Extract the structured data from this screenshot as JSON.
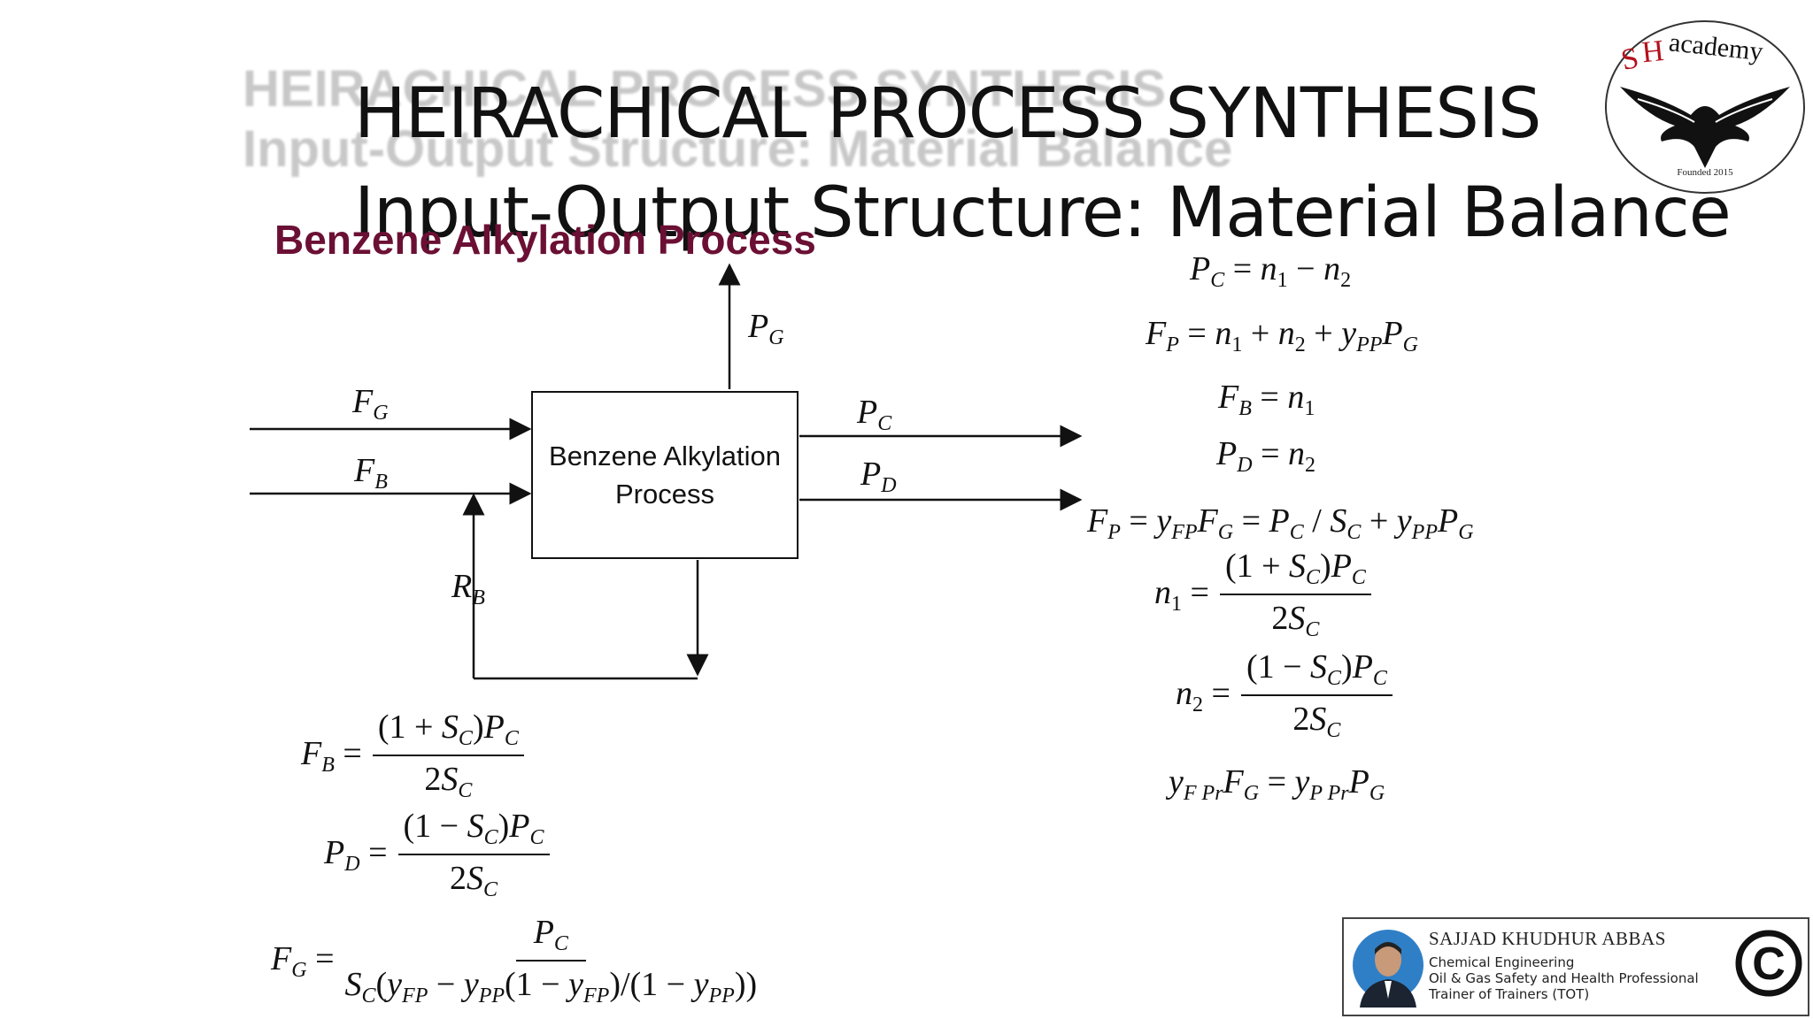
{
  "slide": {
    "ghost_line1": "HEIRACHICAL PROCESS SYNTHESIS",
    "ghost_line2": "Input-Output Structure: Material Balance",
    "title_line1": "HEIRACHICAL PROCESS SYNTHESIS",
    "title_line2": "Input-Output Structure: Material Balance",
    "subheading": "Benzene Alkylation Process"
  },
  "diagram": {
    "process_box_line1": "Benzene Alkylation",
    "process_box_line2": "Process",
    "streams": {
      "fg": "F",
      "fg_sub": "G",
      "fb": "F",
      "fb_sub": "B",
      "rb": "R",
      "rb_sub": "B",
      "pg": "P",
      "pg_sub": "G",
      "pc": "P",
      "pc_sub": "C",
      "pd": "P",
      "pd_sub": "D"
    }
  },
  "logo": {
    "text": "SHacademy",
    "founded": "Founded 2015"
  },
  "author_card": {
    "name": "SAJJAD KHUDHUR ABBAS",
    "line1": "Chemical Engineering",
    "line2": "Oil & Gas Safety and Health Professional",
    "line3": "Trainer of Trainers (TOT)",
    "copyright_symbol": "©"
  },
  "colors": {
    "subheading": "#6b1034",
    "ghost_text": "#c8c8c8"
  }
}
